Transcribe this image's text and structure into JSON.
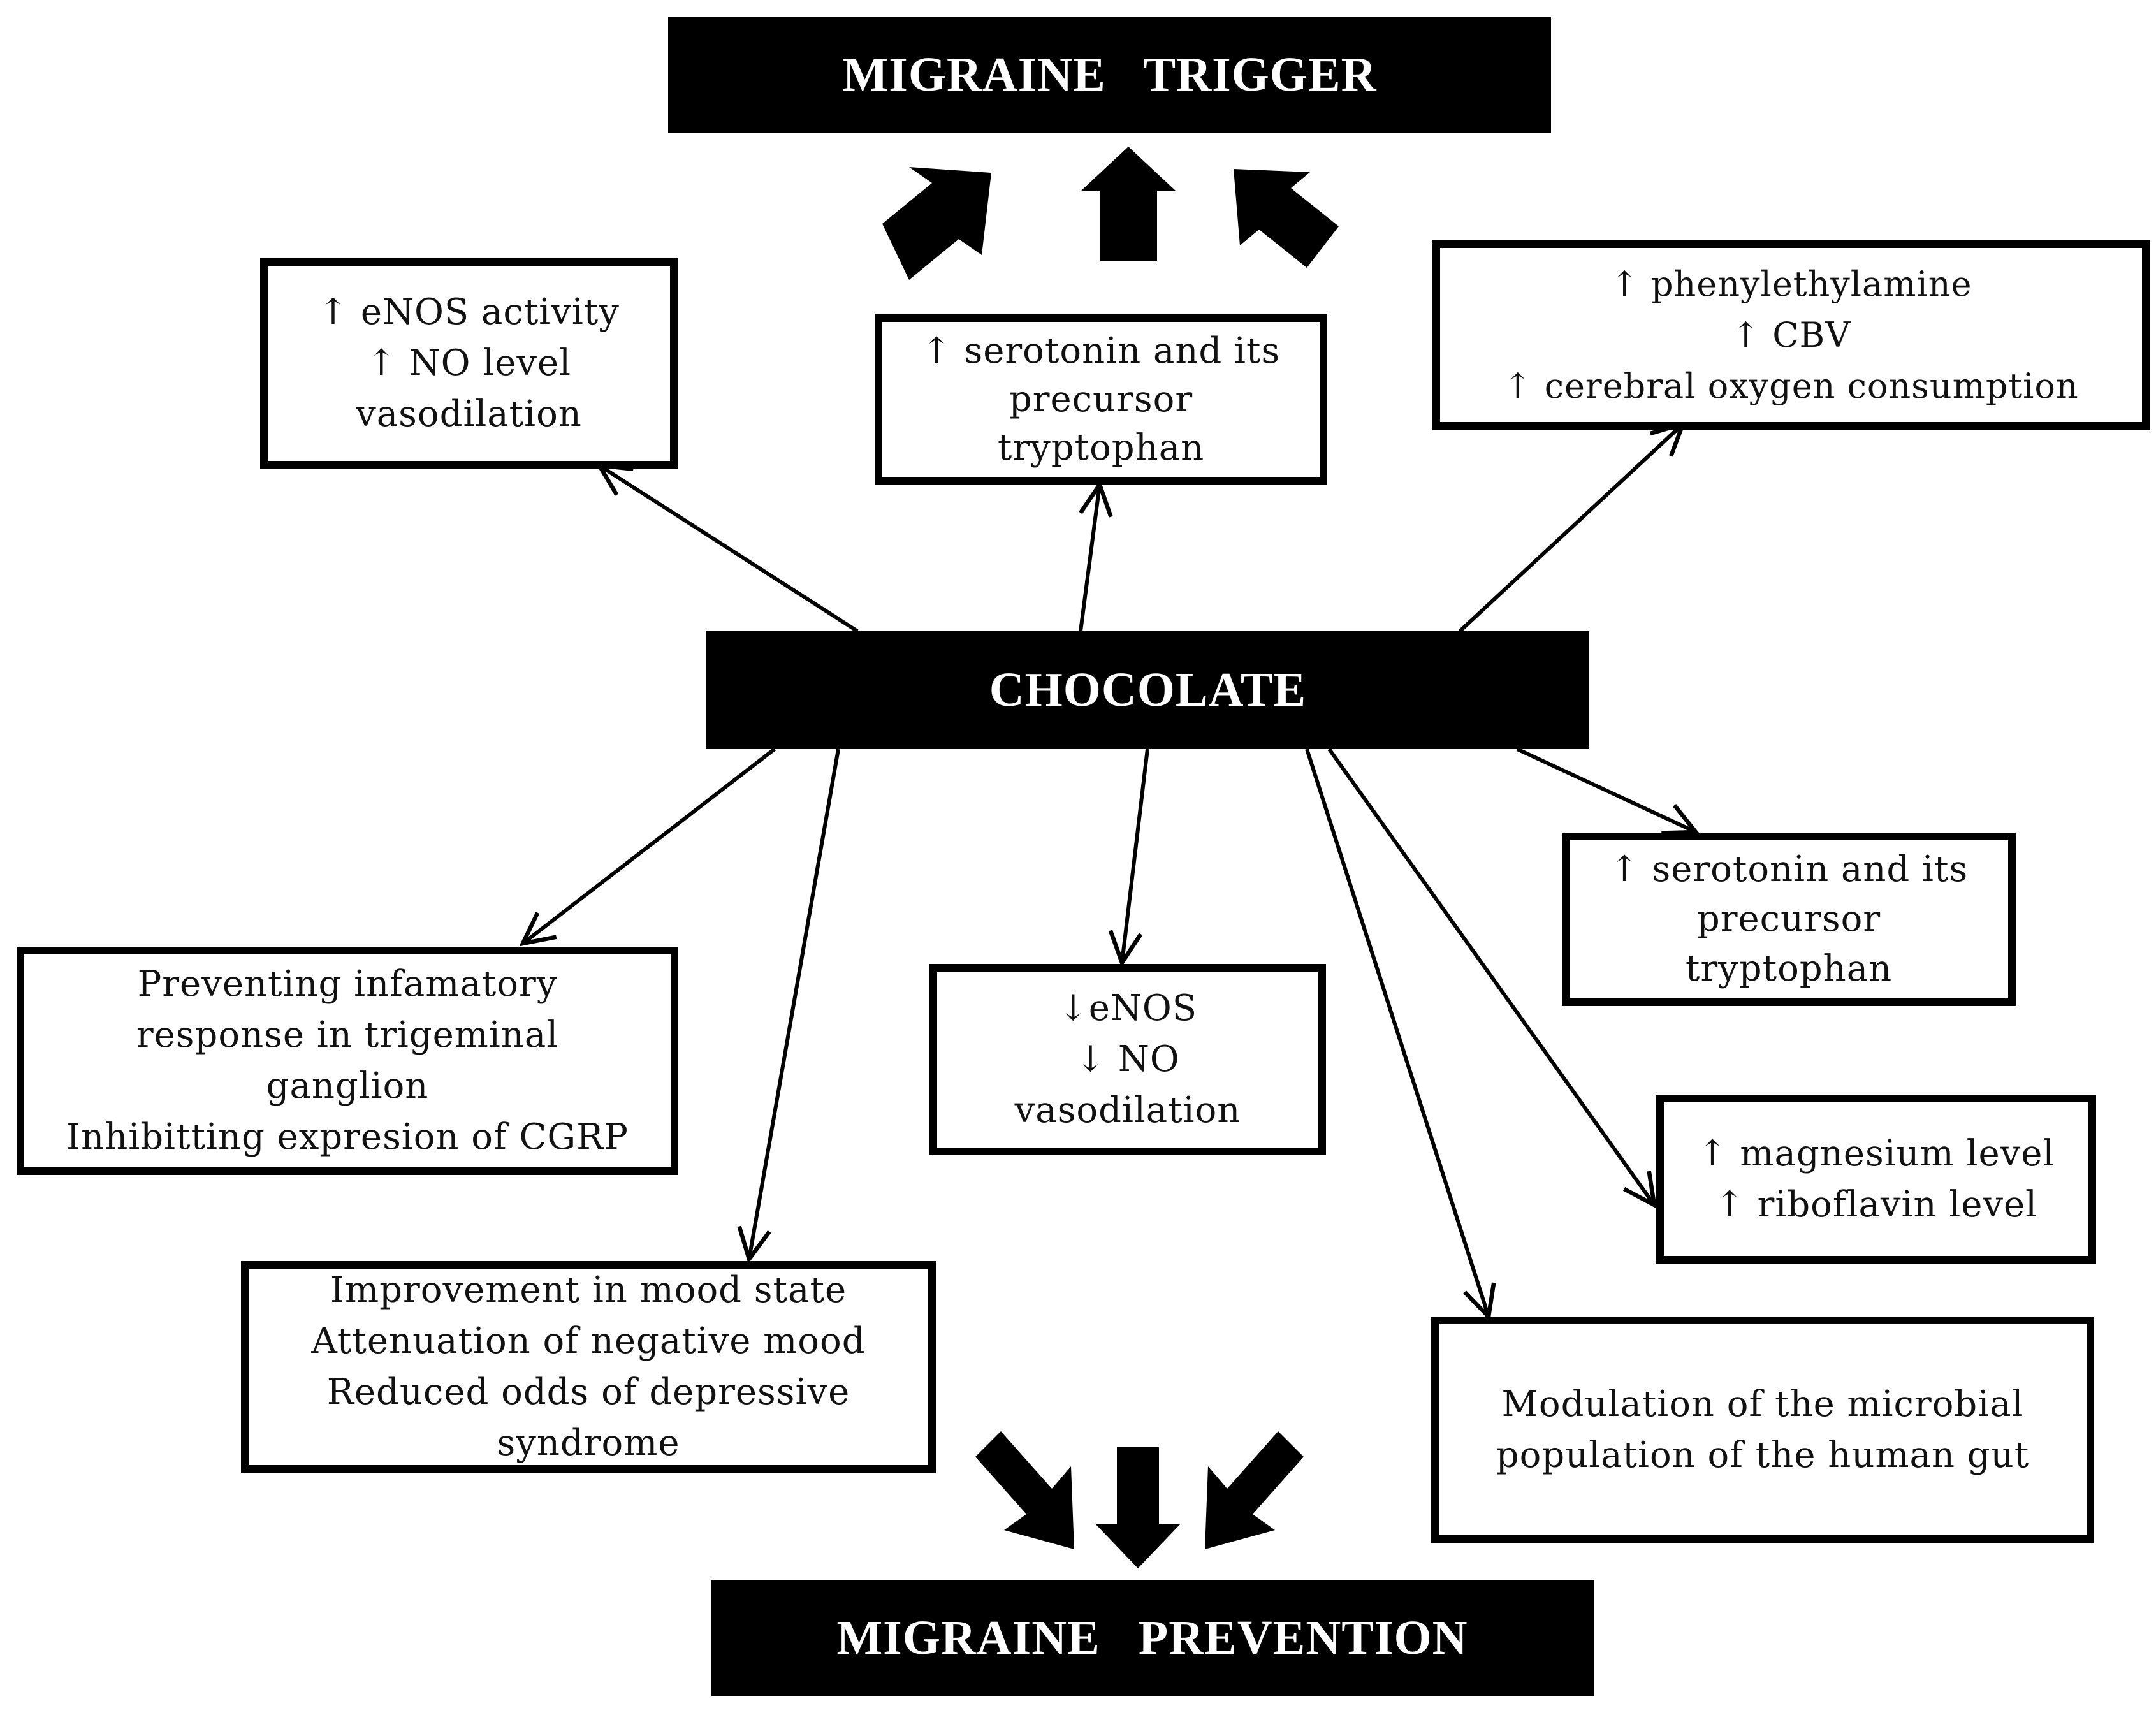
{
  "header": {
    "migraine_trigger": "MIGRAINE   TRIGGER"
  },
  "center": {
    "chocolate": "CHOCOLATE"
  },
  "footer": {
    "migraine_prevention": "MIGRAINE   PREVENTION"
  },
  "trigger_boxes": {
    "enos": {
      "lines": [
        "↑ eNOS activity",
        "↑ NO level",
        "vasodilation"
      ]
    },
    "serotonin": {
      "lines": [
        "↑ serotonin and its",
        "precursor",
        "tryptophan"
      ]
    },
    "phenyl": {
      "lines": [
        "↑ phenylethylamine",
        "↑ CBV",
        "↑ cerebral oxygen consumption"
      ]
    }
  },
  "prevention_boxes": {
    "inflammatory": {
      "lines": [
        "Preventing infamatory",
        "response in trigeminal",
        "ganglion",
        "Inhibitting expresion of CGRP"
      ]
    },
    "mood": {
      "lines": [
        "Improvement in mood state",
        "Attenuation of negative mood",
        "Reduced odds of depressive",
        "syndrome"
      ]
    },
    "enos_down": {
      "lines": [
        "↓eNOS",
        "↓ NO",
        "vasodilation"
      ]
    },
    "serotonin": {
      "lines": [
        "↑ serotonin and its",
        "precursor",
        "tryptophan"
      ]
    },
    "minerals": {
      "lines": [
        "↑ magnesium level",
        "↑ riboflavin level"
      ]
    },
    "gut": {
      "lines": [
        "Modulation of the microbial",
        "population of the human gut"
      ]
    }
  },
  "colors": {
    "box_fill_dark": "#000000",
    "text_light": "#ffffff",
    "text_dark": "#111111"
  }
}
